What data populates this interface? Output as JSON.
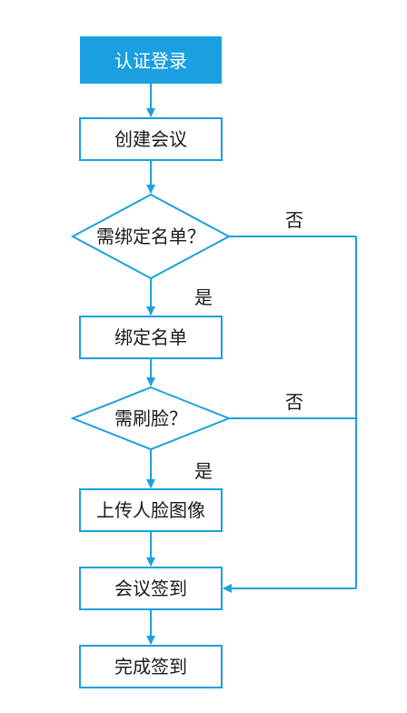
{
  "flowchart": {
    "start": "认证登录",
    "steps": {
      "create_meeting": "创建会议",
      "need_list_question": "需绑定名单？",
      "bind_list": "绑定名单",
      "need_face_question": "需刷脸？",
      "upload_face": "上传人脸图像",
      "meeting_checkin": "会议签到",
      "finish_checkin": "完成签到"
    },
    "edge_labels": {
      "yes_1": "是",
      "no_1": "否",
      "yes_2": "是",
      "no_2": "否"
    }
  },
  "colors": {
    "accent": "#1aa0e0",
    "box_border": "#1aa0e0",
    "start_fill": "#1aa0e0",
    "text": "#1a1a1a"
  }
}
